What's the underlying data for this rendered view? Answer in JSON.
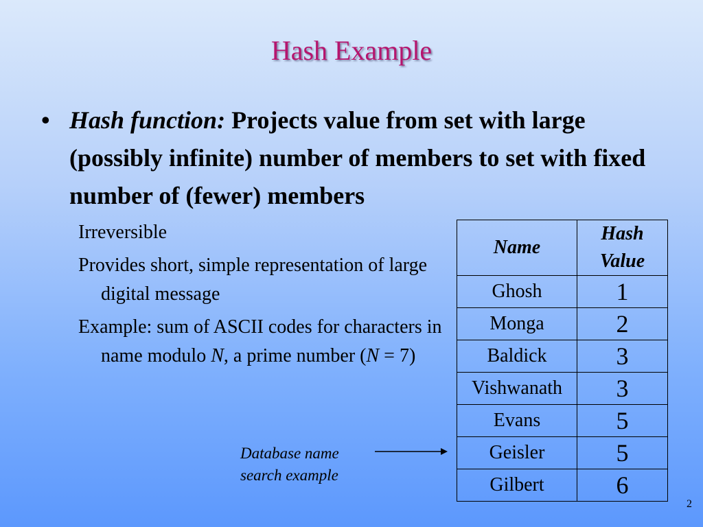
{
  "slide": {
    "title": "Hash Example",
    "main_bullet": {
      "bullet": "•",
      "term": "Hash function:",
      "definition": "Projects value from set with large (possibly infinite) number of members to set with fixed number of (fewer) members"
    },
    "sub_bullets": {
      "irreversible": "Irreversible",
      "short_repr": "Provides short, simple representation of large digital message",
      "example_part1": "Example: sum of ASCII codes for characters in name modulo ",
      "example_n1": "N",
      "example_part2": ", a prime number (",
      "example_n2": "N",
      "example_part3": " = 7)"
    },
    "table": {
      "header_name": "Name",
      "header_hash_line1": "Hash",
      "header_hash_line2": "Value",
      "rows": [
        {
          "name": "Ghosh",
          "hash": "1"
        },
        {
          "name": "Monga",
          "hash": "2"
        },
        {
          "name": "Baldick",
          "hash": "3"
        },
        {
          "name": "Vishwanath",
          "hash": "3"
        },
        {
          "name": "Evans",
          "hash": "5"
        },
        {
          "name": "Geisler",
          "hash": "5"
        },
        {
          "name": "Gilbert",
          "hash": "6"
        }
      ]
    },
    "caption_line1": "Database name",
    "caption_line2": "search example",
    "page_number": "2",
    "colors": {
      "title": "#b5156e",
      "background_top": "#dbe9fb",
      "background_bottom": "#5c98fd"
    }
  }
}
